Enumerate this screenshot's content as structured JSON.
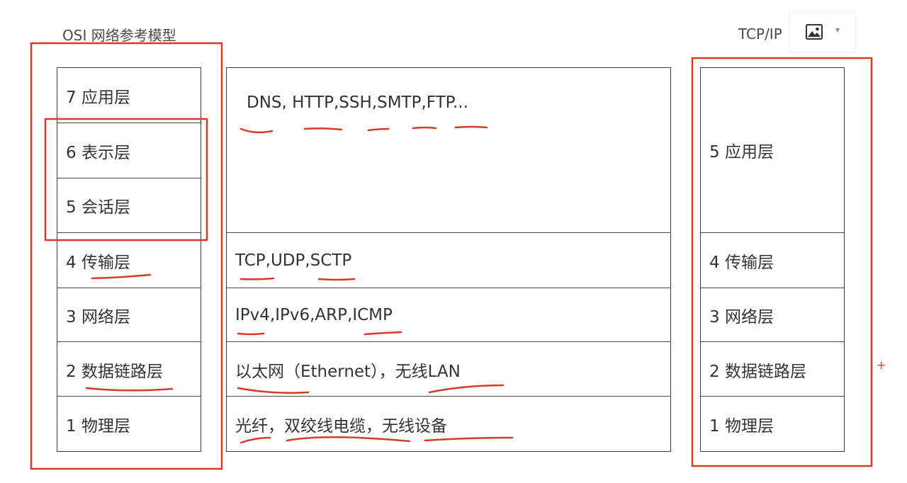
{
  "titles": {
    "osi": "OSI 网络参考模型",
    "tcpip": "TCP/IP"
  },
  "toolbar": {
    "image_icon": "image-icon",
    "dropdown_icon": "caret-down-icon",
    "caret": "▾"
  },
  "osi_layers": [
    "7 应用层",
    "6 表示层",
    "5 会话层",
    "4 传输层",
    "3 网络层",
    "2 数据链路层",
    "1 物理层"
  ],
  "protocols": {
    "application": "DNS, HTTP,SSH,SMTP,FTP...",
    "transport": "TCP,UDP,SCTP",
    "network": "IPv4,IPv6,ARP,ICMP",
    "datalink": "以太网（Ethernet），无线LAN",
    "physical": "光纤，双绞线电缆，无线设备"
  },
  "tcpip_layers": [
    "5 应用层",
    "4 传输层",
    "3 网络层",
    "2 数据链路层",
    "1 物理层"
  ],
  "annotation": {
    "color": "#d83a2a",
    "plus": "+"
  }
}
